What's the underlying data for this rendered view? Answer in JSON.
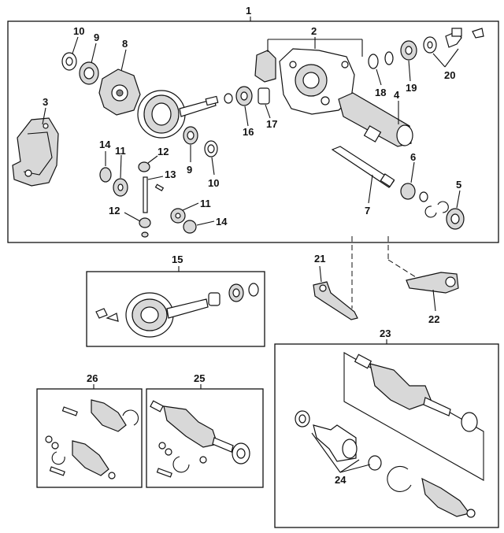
{
  "callouts": {
    "c1": "1",
    "c2": "2",
    "c3": "3",
    "c4": "4",
    "c5": "5",
    "c6": "6",
    "c7": "7",
    "c8": "8",
    "c9a": "9",
    "c9b": "9",
    "c10a": "10",
    "c10b": "10",
    "c11a": "11",
    "c11b": "11",
    "c12a": "12",
    "c12b": "12",
    "c13": "13",
    "c14a": "14",
    "c14b": "14",
    "c15": "15",
    "c16": "16",
    "c17": "17",
    "c18": "18",
    "c19": "19",
    "c20": "20",
    "c21": "21",
    "c22": "22",
    "c23": "23",
    "c24": "24",
    "c25": "25",
    "c26": "26"
  }
}
